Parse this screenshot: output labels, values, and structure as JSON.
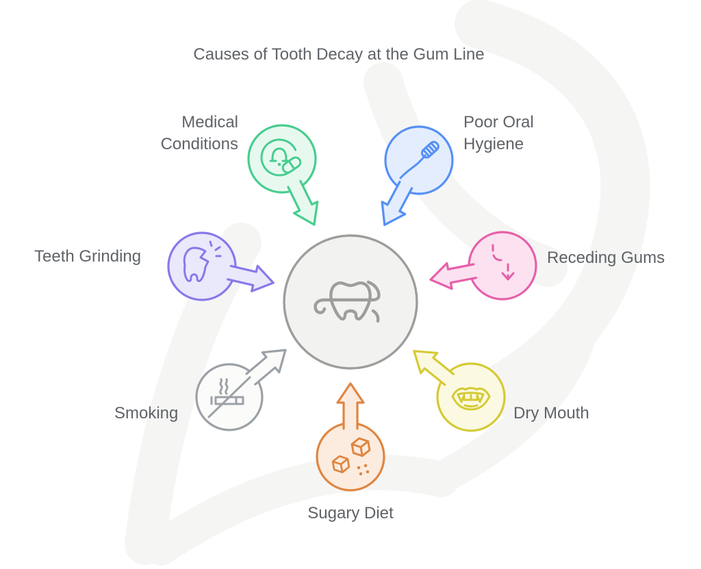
{
  "title": "Causes of Tooth Decay at the Gum Line",
  "colors": {
    "text": "#5f6368",
    "watermark": "#ececea",
    "background": "#ffffff"
  },
  "center": {
    "id": "tooth-decay-center",
    "icon": "tooth-gum-line-icon",
    "stroke": "#9d9d9b",
    "fill": "#f2f2f0"
  },
  "items": [
    {
      "id": "medical-conditions",
      "label": "Medical Conditions",
      "icon": "bell-pill-icon",
      "stroke": "#47cd8f",
      "fill": "#e7f9ef"
    },
    {
      "id": "poor-oral-hygiene",
      "label": "Poor Oral Hygiene",
      "icon": "toothbrush-icon",
      "stroke": "#5590f5",
      "fill": "#e3edfd"
    },
    {
      "id": "teeth-grinding",
      "label": "Teeth Grinding",
      "icon": "cracked-tooth-icon",
      "stroke": "#8779e9",
      "fill": "#eae8fb"
    },
    {
      "id": "receding-gums",
      "label": "Receding Gums",
      "icon": "gum-recession-arrow-icon",
      "stroke": "#e560a9",
      "fill": "#fce1f0"
    },
    {
      "id": "smoking",
      "label": "Smoking",
      "icon": "no-smoking-icon",
      "stroke": "#9ba1a6",
      "fill": "#fbfbfa"
    },
    {
      "id": "dry-mouth",
      "label": "Dry Mouth",
      "icon": "dry-mouth-icon",
      "stroke": "#d5ca33",
      "fill": "#fbf9e1"
    },
    {
      "id": "sugary-diet",
      "label": "Sugary Diet",
      "icon": "sugar-cubes-icon",
      "stroke": "#e08540",
      "fill": "#fcecdf"
    }
  ]
}
